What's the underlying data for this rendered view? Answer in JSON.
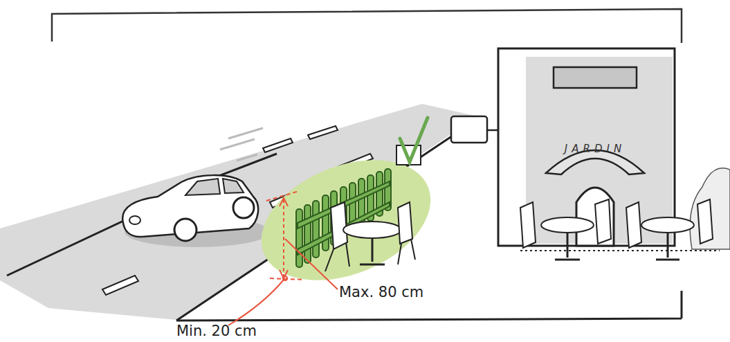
{
  "diagram": {
    "nodes": [
      {
        "text": [
          "JARDIN"
        ]
      }
    ],
    "labels": [
      "Max. 80 cm",
      "Min. 20 cm"
    ]
  }
}
